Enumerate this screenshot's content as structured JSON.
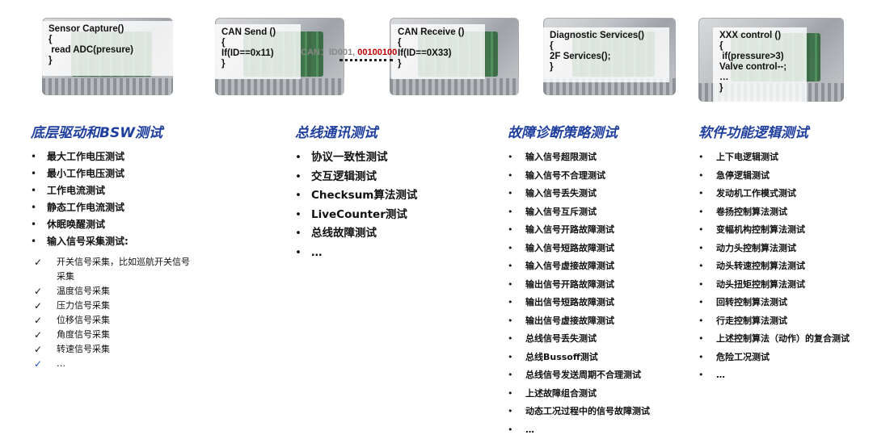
{
  "ecus": [
    {
      "code": "Sensor Capture()\n{\n read ADC(presure)\n}"
    },
    {
      "code": "CAN Send ()\n{\nIf(ID==0x11)\n}"
    },
    {
      "code": "CAN Receive ()\n{\nIf(ID==0X33)\n}"
    },
    {
      "code": "Diagnostic Services()\n{\n2F Services();\n}"
    },
    {
      "code": "XXX control ()\n{\n if(pressure>3)\nValve control--;\n…\n}"
    }
  ],
  "can_message": {
    "prefix": "CAN：ID001, ",
    "payload": "00100100"
  },
  "sections": [
    {
      "title": "底层驱动和BSW测试",
      "items": [
        "最大工作电压测试",
        "最小工作电压测试",
        "工作电流测试",
        "静态工作电流测试",
        "休眠唤醒测试",
        "输入信号采集测试:"
      ],
      "sub_items": [
        "开关信号采集，比如巡航开关信号采集",
        "温度信号采集",
        "压力信号采集",
        "位移信号采集",
        "角度信号采集",
        "转速信号采集",
        "…"
      ]
    },
    {
      "title": "总线通讯测试",
      "items": [
        "协议一致性测试",
        "交互逻辑测试",
        "Checksum算法测试",
        "LiveCounter测试",
        "总线故障测试",
        "…"
      ]
    },
    {
      "title": "故障诊断策略测试",
      "items": [
        "输入信号超限测试",
        "输入信号不合理测试",
        "输入信号丢失测试",
        "输入信号互斥测试",
        "输入信号开路故障测试",
        "输入信号短路故障测试",
        "输入信号虚接故障测试",
        "输出信号开路故障测试",
        "输出信号短路故障测试",
        "输出信号虚接故障测试",
        "总线信号丢失测试",
        "总线Bussoff测试",
        "总线信号发送周期不合理测试",
        "上述故障组合测试",
        "动态工况过程中的信号故障测试",
        "…"
      ]
    },
    {
      "title": "软件功能逻辑测试",
      "items": [
        "上下电逻辑测试",
        "急停逻辑测试",
        "发动机工作模式测试",
        "卷扬控制算法测试",
        "变幅机构控制算法测试",
        "动力头控制算法测试",
        "动头转速控制算法测试",
        "动头扭矩控制算法测试",
        "回转控制算法测试",
        "行走控制算法测试",
        "上述控制算法（动作）的复合测试",
        "危险工况测试",
        "…"
      ]
    }
  ]
}
